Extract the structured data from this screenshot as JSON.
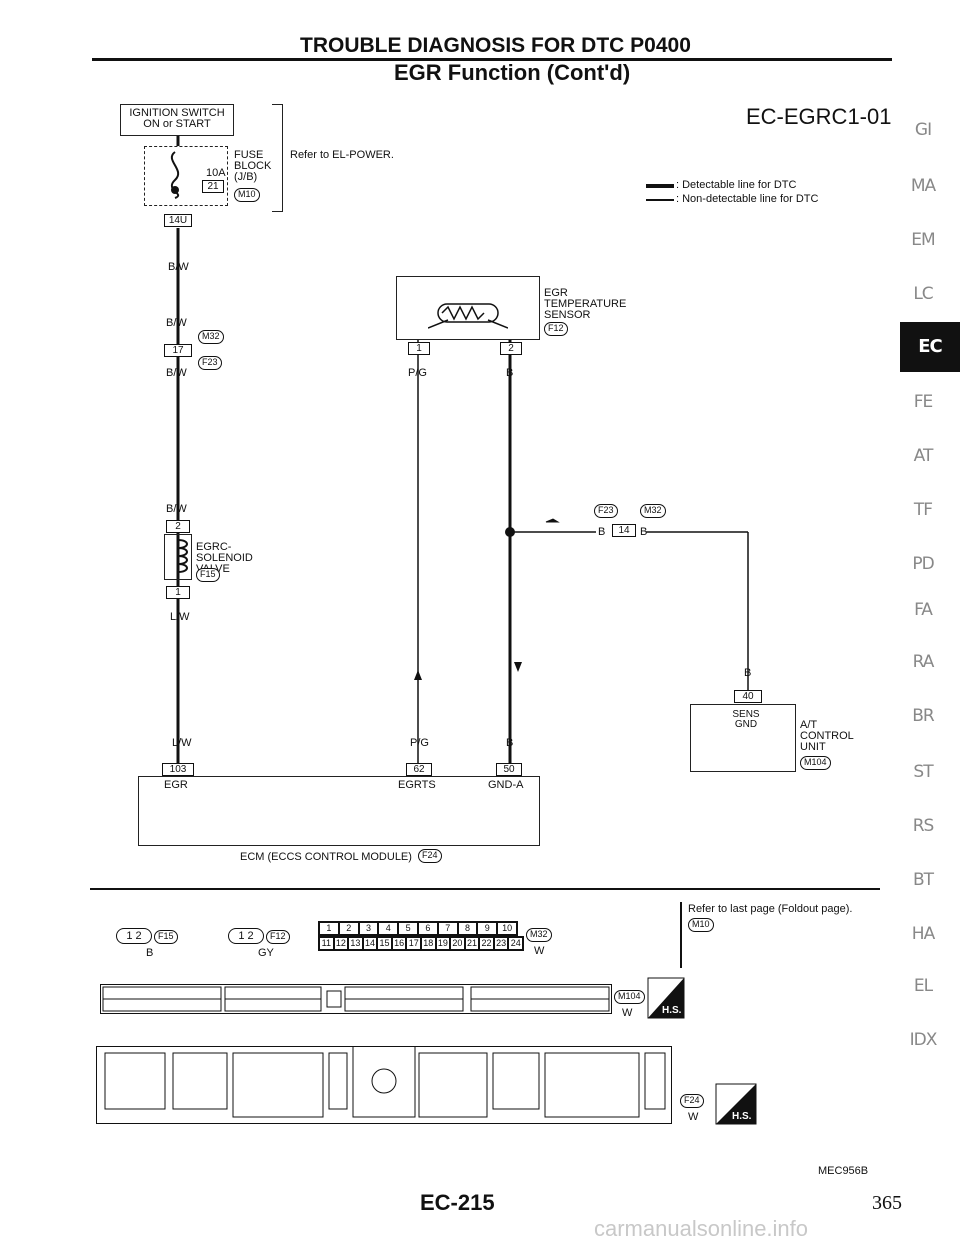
{
  "header": {
    "title": "TROUBLE DIAGNOSIS FOR DTC P0400",
    "subtitle": "EGR Function (Cont'd)"
  },
  "diagram": {
    "diagram_code": "EC-EGRC1-01",
    "ignition_switch": "IGNITION SWITCH ON or START",
    "fuse_amp": "10A",
    "fuse_num": "21",
    "fuse_block": "FUSE BLOCK (J/B)",
    "fuse_conn": "M10",
    "fuse_pin": "14U",
    "refer_power": "Refer to EL-POWER.",
    "legend_detectable": ": Detectable line for DTC",
    "legend_nondetectable": ": Non-detectable line for DTC",
    "wire_bw": "B/W",
    "conn_m32": "M32",
    "conn_f23": "F23",
    "pin_17": "17",
    "pin_2": "2",
    "pin_1": "1",
    "solenoid_label": "EGRC- SOLENOID VALVE",
    "solenoid_conn": "F15",
    "wire_lw": "L/W",
    "sensor_label": "EGR TEMPERATURE SENSOR",
    "sensor_conn": "F12",
    "wire_pg": "P/G",
    "wire_b": "B",
    "pin_14": "14",
    "pin_40": "40",
    "sens_gnd": "SENS GND",
    "at_unit": "A/T CONTROL UNIT",
    "at_conn": "M104",
    "ecm_pin_103": "103",
    "ecm_pin_62": "62",
    "ecm_pin_50": "50",
    "ecm_egr": "EGR",
    "ecm_egrts": "EGRTS",
    "ecm_gnda": "GND-A",
    "ecm_label": "ECM (ECCS CONTROL MODULE)",
    "ecm_conn": "F24"
  },
  "connectors": {
    "refer_foldout": "Refer to last page (Foldout page).",
    "foldout_conn": "M10",
    "f15_pins": "1 2",
    "f15_code": "F15",
    "f15_color": "B",
    "f12_pins": "1 2",
    "f12_code": "F12",
    "f12_color": "GY",
    "m32_row1": [
      "1",
      "2",
      "3",
      "4",
      "5",
      "6",
      "7",
      "8",
      "9",
      "10"
    ],
    "m32_row2": [
      "11",
      "12",
      "13",
      "14",
      "15",
      "16",
      "17",
      "18",
      "19",
      "20",
      "21",
      "22",
      "23",
      "24"
    ],
    "m32_code": "M32",
    "m32_color": "W",
    "m104_code": "M104",
    "m104_color": "W",
    "f24_code": "F24",
    "f24_color": "W",
    "hs": "H.S."
  },
  "sidebar": {
    "items": [
      "GI",
      "MA",
      "EM",
      "LC",
      "EC",
      "FE",
      "AT",
      "TF",
      "PD",
      "FA",
      "RA",
      "BR",
      "ST",
      "RS",
      "BT",
      "HA",
      "EL",
      "IDX"
    ],
    "active": "EC"
  },
  "footer": {
    "figure_code": "MEC956B",
    "page_label": "EC-215",
    "page_number": "365",
    "watermark": "carmanualsonline.info"
  }
}
